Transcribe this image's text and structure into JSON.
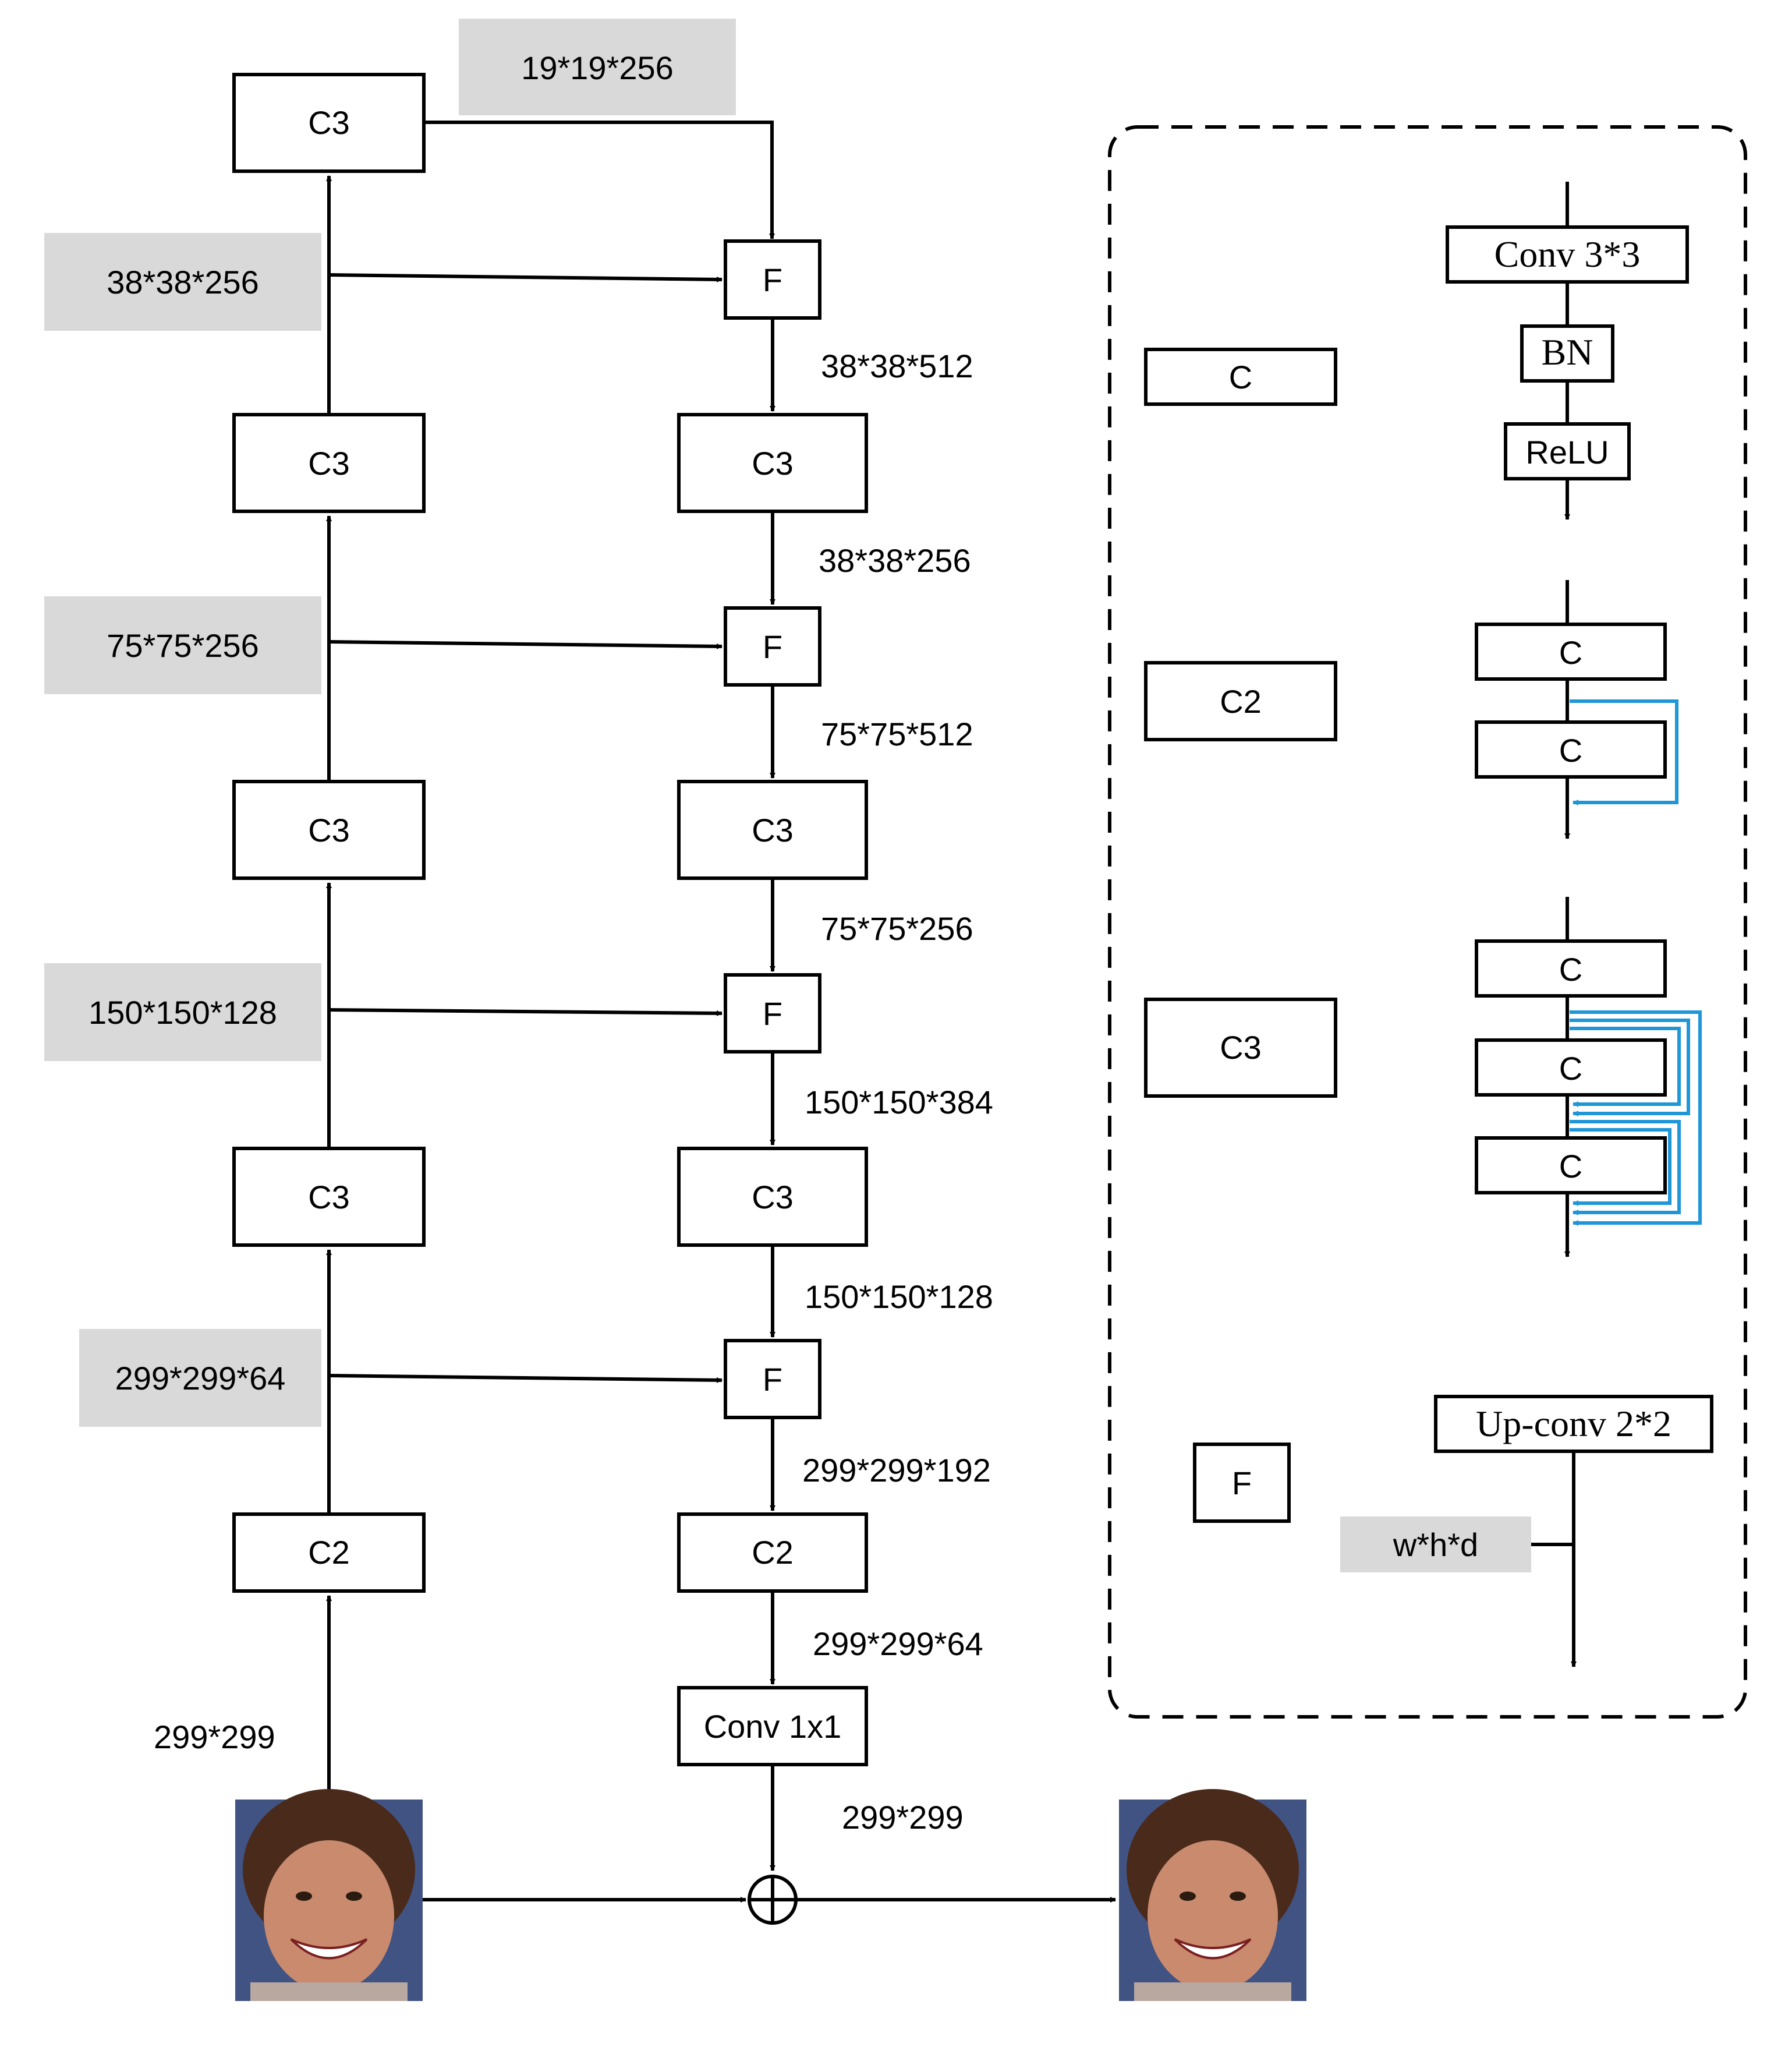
{
  "labels": {
    "enc_c3_top": "C3",
    "enc_c3_2": "C3",
    "enc_c3_3": "C3",
    "enc_c3_4": "C3",
    "enc_c2": "C2",
    "dec_c3_1": "C3",
    "dec_c3_2": "C3",
    "dec_c3_3": "C3",
    "dec_c2": "C2",
    "conv1x1": "Conv 1x1",
    "f1": "F",
    "f2": "F",
    "f3": "F",
    "f4": "F"
  },
  "skip_dims": {
    "s19": "19*19*256",
    "s38": "38*38*256",
    "s75": "75*75*256",
    "s150": "150*150*128",
    "s299": "299*299*64"
  },
  "dims": {
    "d1": "38*38*512",
    "d2": "38*38*256",
    "d3": "75*75*512",
    "d4": "75*75*256",
    "d5": "150*150*384",
    "d6": "150*150*128",
    "d7": "299*299*192",
    "d8": "299*299*64",
    "d9": "299*299",
    "input": "299*299"
  },
  "legend": {
    "c": "C",
    "c2": "C2",
    "c3": "C3",
    "f": "F",
    "conv33": "Conv 3*3",
    "bn": "BN",
    "relu": "ReLU",
    "c2_c1": "C",
    "c2_c2": "C",
    "c3_c1": "C",
    "c3_c2": "C",
    "c3_c3": "C",
    "upconv": "Up-conv 2*2",
    "whd": "w*h*d"
  },
  "colors": {
    "skip_box": "#d9d9d9",
    "residual_arrow": "#1e96d8"
  }
}
